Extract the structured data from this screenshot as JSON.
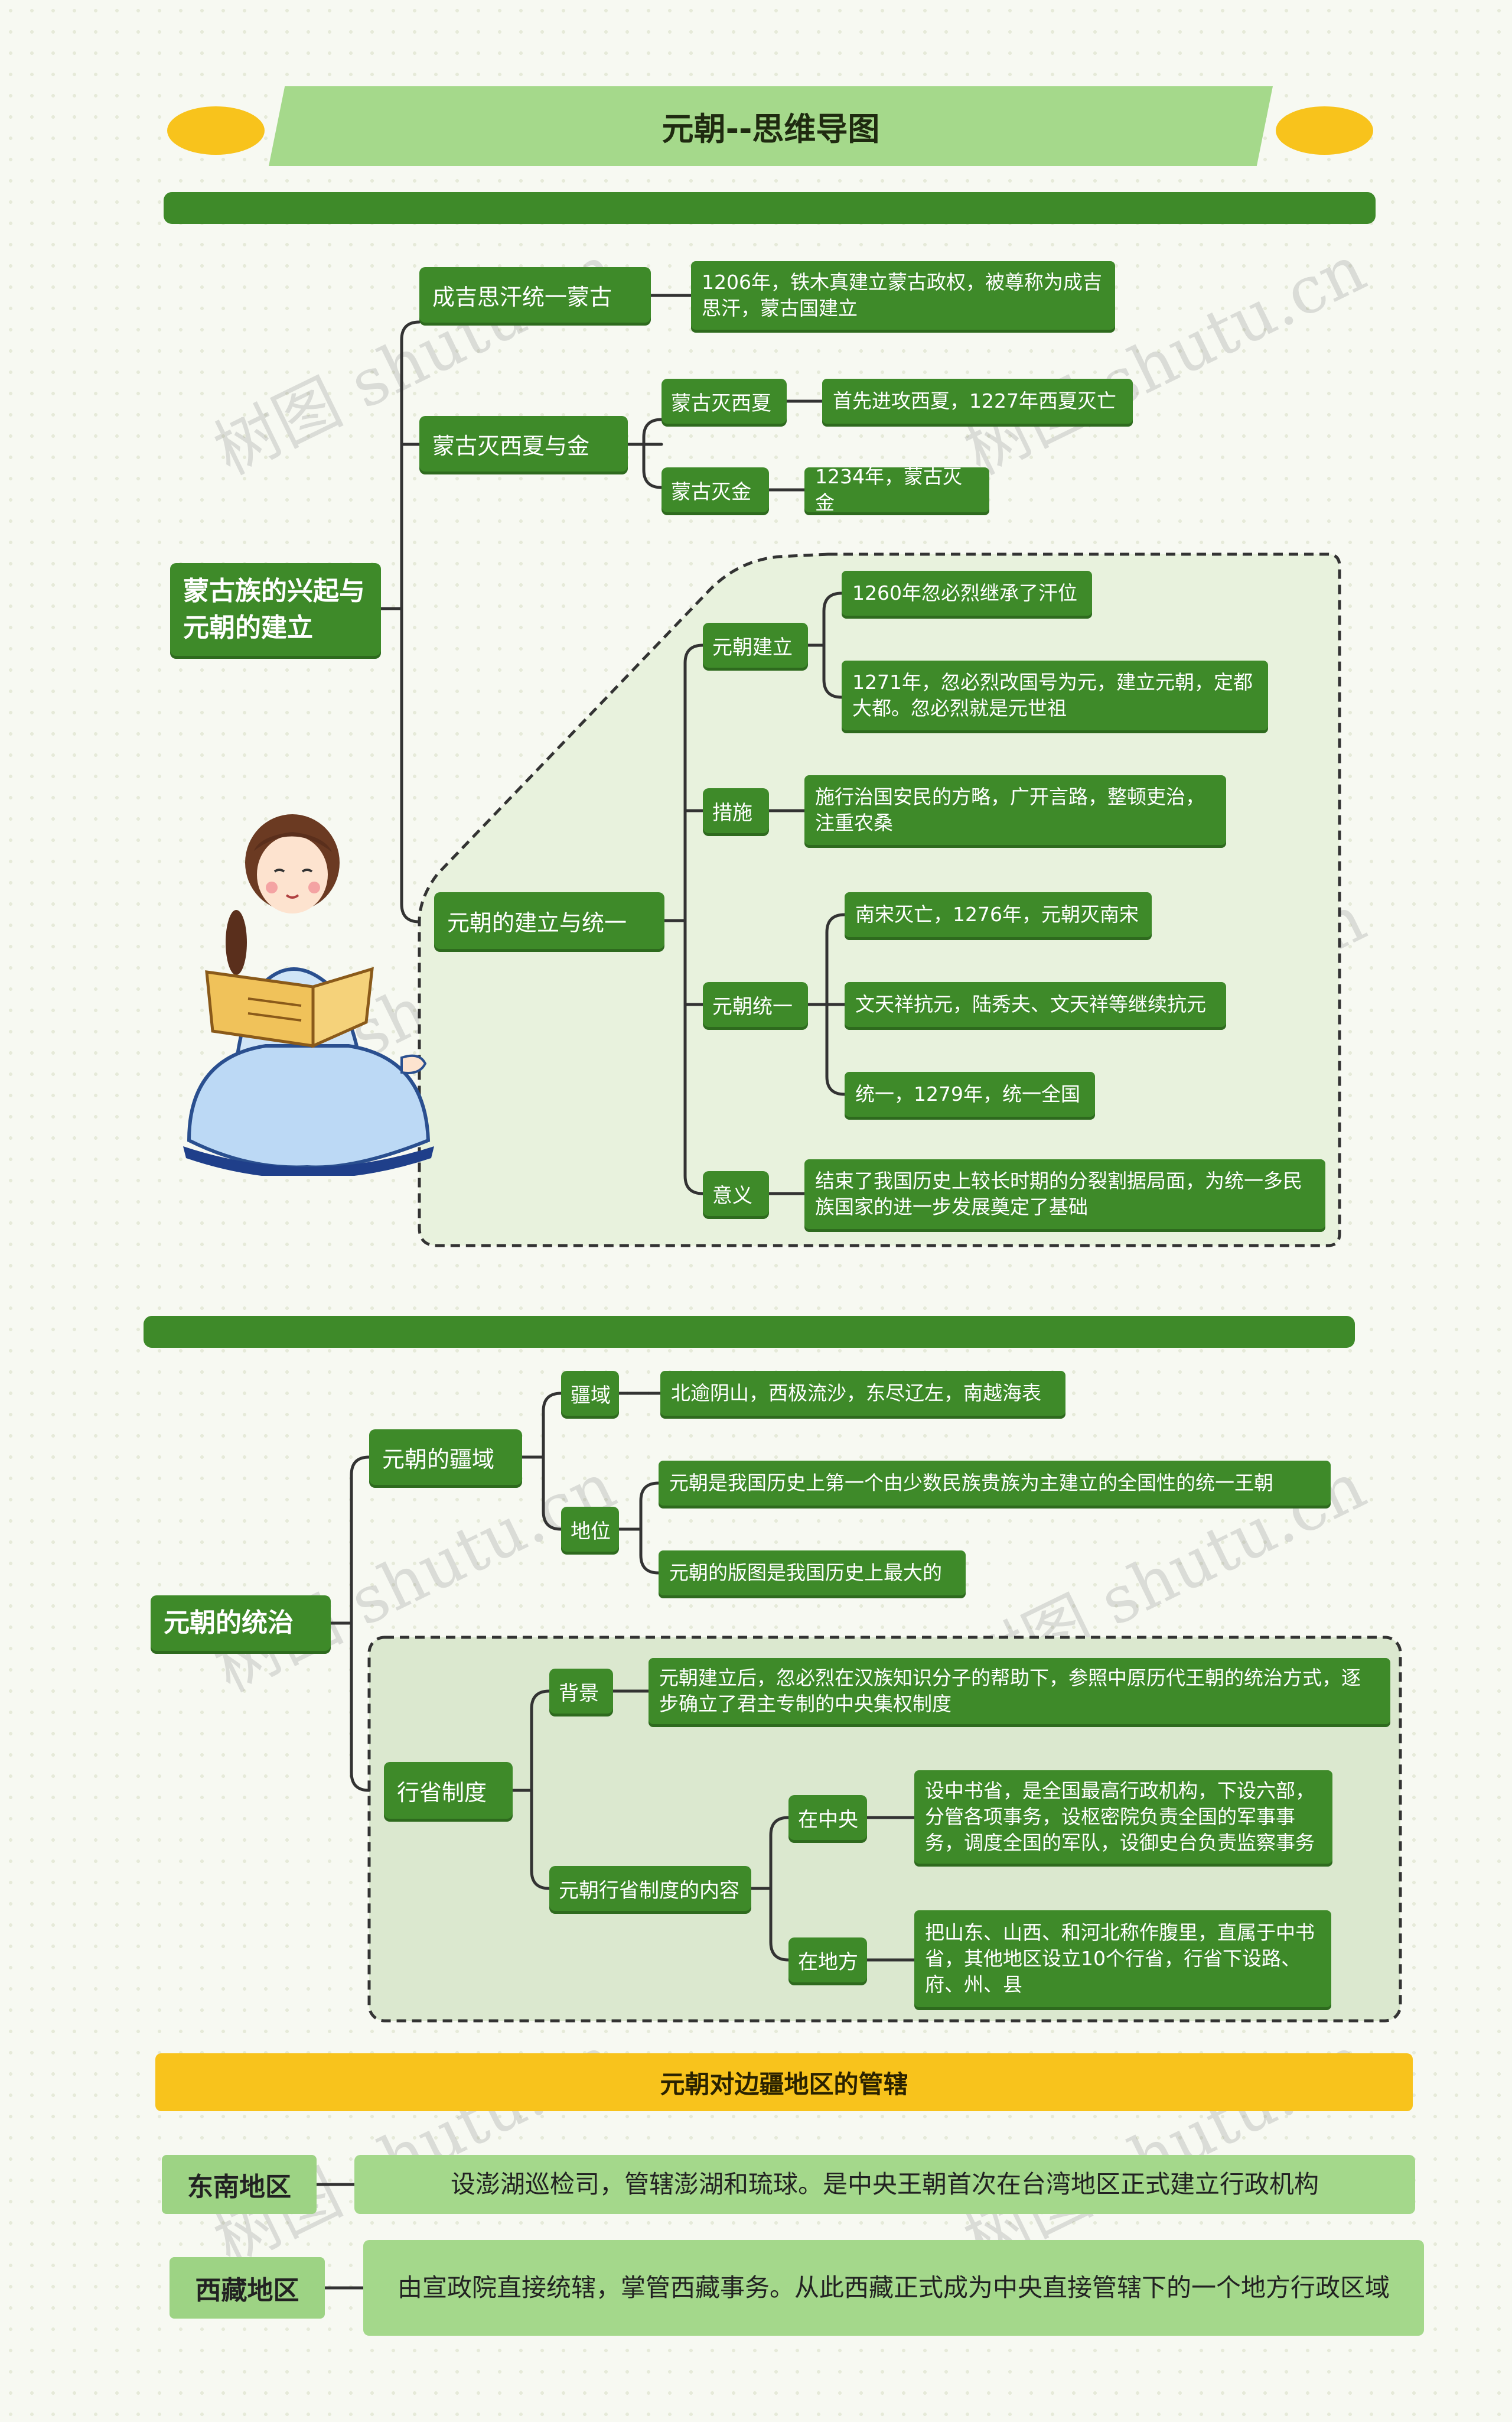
{
  "title": "元朝--思维导图",
  "watermark": "树图 shutu.cn",
  "colors": {
    "node_green": "#3e8a29",
    "light_green": "#a5d98b",
    "yellow": "#f8c31c",
    "panel": "#e8f2dd"
  },
  "section1": {
    "root": "蒙古族的兴起与元朝的建立",
    "b1": {
      "label": "成吉思汗统一蒙古",
      "leaf": "1206年，铁木真建立蒙古政权，被尊称为成吉思汗，蒙古国建立"
    },
    "b2": {
      "label": "蒙古灭西夏与金",
      "c1": {
        "label": "蒙古灭西夏",
        "leaf": "首先进攻西夏，1227年西夏灭亡"
      },
      "c2": {
        "label": "蒙古灭金",
        "leaf": "1234年，蒙古灭金"
      }
    },
    "b3": {
      "label": "元朝的建立与统一",
      "c1": {
        "label": "元朝建立",
        "leaf1": "1260年忽必烈继承了汗位",
        "leaf2": "1271年，忽必烈改国号为元，建立元朝，定都大都。忽必烈就是元世祖"
      },
      "c2": {
        "label": "措施",
        "leaf": "施行治国安民的方略，广开言路，整顿吏治，注重农桑"
      },
      "c3": {
        "label": "元朝统一",
        "leaf1": "南宋灭亡，1276年，元朝灭南宋",
        "leaf2": "文天祥抗元，陆秀夫、文天祥等继续抗元",
        "leaf3": "统一，1279年，统一全国"
      },
      "c4": {
        "label": "意义",
        "leaf": "结束了我国历史上较长时期的分裂割据局面，为统一多民族国家的进一步发展奠定了基础"
      }
    }
  },
  "section2": {
    "root": "元朝的统治",
    "b1": {
      "label": "元朝的疆域",
      "c1": {
        "label": "疆域",
        "leaf": "北逾阴山，西极流沙，东尽辽左，南越海表"
      },
      "c2": {
        "label": "地位",
        "leaf1": "元朝是我国历史上第一个由少数民族贵族为主建立的全国性的统一王朝",
        "leaf2": "元朝的版图是我国历史上最大的"
      }
    },
    "b2": {
      "label": "行省制度",
      "c1": {
        "label": "背景",
        "leaf": "元朝建立后，忽必烈在汉族知识分子的帮助下，参照中原历代王朝的统治方式，逐步确立了君主专制的中央集权制度"
      },
      "c2": {
        "label": "元朝行省制度的内容",
        "d1": {
          "label": "在中央",
          "leaf": "设中书省，是全国最高行政机构，下设六部，分管各项事务，设枢密院负责全国的军事事务，调度全国的军队，设御史台负责监察事务"
        },
        "d2": {
          "label": "在地方",
          "leaf": "把山东、山西、和河北称作腹里，直属于中书省，其他地区设立10个行省，行省下设路、府、州、县"
        }
      }
    }
  },
  "section3": {
    "title": "元朝对边疆地区的管辖",
    "r1": {
      "label": "东南地区",
      "text": "设澎湖巡检司，管辖澎湖和琉球。是中央王朝首次在台湾地区正式建立行政机构"
    },
    "r2": {
      "label": "西藏地区",
      "text": "由宣政院直接统辖，掌管西藏事务。从此西藏正式成为中央直接管辖下的一个地方行政区域"
    }
  }
}
